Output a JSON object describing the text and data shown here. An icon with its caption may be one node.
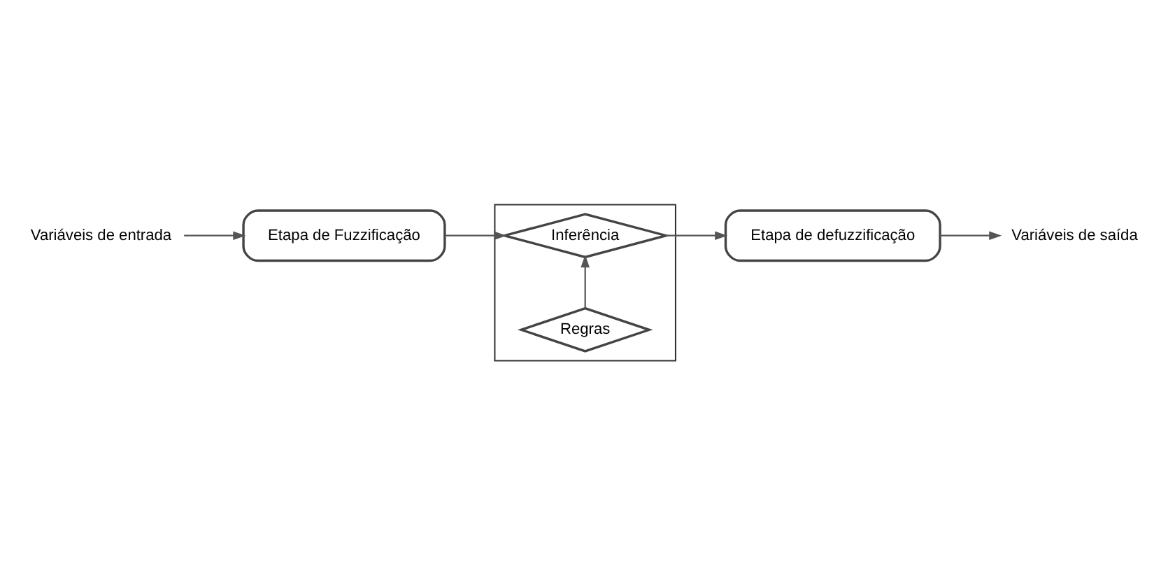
{
  "diagram": {
    "nodes": [
      {
        "text": [
          "Variáveis de entrada"
        ]
      },
      {
        "text": [
          "Etapa de Fuzzificação"
        ]
      },
      {
        "text": [],
        "shape": "box"
      },
      {
        "text": [
          "Regras"
        ],
        "in": 2
      },
      {
        "text": [
          "Inferência"
        ],
        "in": 2
      },
      {
        "text": [
          "Etapa de defuzzificação"
        ]
      },
      {
        "text": [
          "Variáveis de saída"
        ]
      }
    ],
    "edges": [
      {
        "from": 0,
        "to": 1,
        "arrow": "to"
      },
      {
        "from": 1,
        "to": 4,
        "arrow": "to"
      },
      {
        "from": 3,
        "to": 4,
        "arrow": "to"
      },
      {
        "from": 4,
        "to": 5,
        "arrow": "to"
      },
      {
        "from": 5,
        "to": 6,
        "arrow": "to"
      }
    ]
  }
}
